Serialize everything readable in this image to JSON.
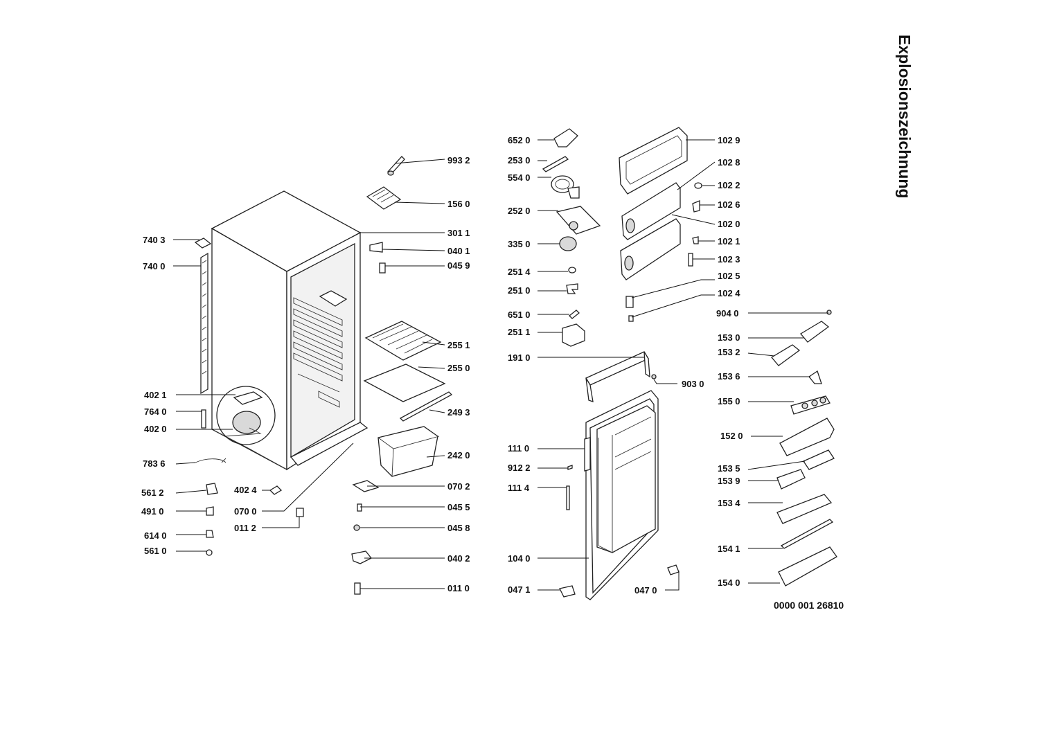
{
  "title": "Explosionszeichnung",
  "drawing_number": "0000 001 26810",
  "part_labels": {
    "p9932": "993 2",
    "p1560": "156 0",
    "p3011": "301  1",
    "p0401": "040 1",
    "p0459": "045 9",
    "p2551": "255 1",
    "p2550": "255 0",
    "p2493": "249 3",
    "p2420": "242 0",
    "p0702": "070 2",
    "p0455": "045 5",
    "p0458": "045 8",
    "p0402": "040 2",
    "p0110": "011 0",
    "p7403": "740 3",
    "p7400": "740 0",
    "p4021": "402 1",
    "p7640": "764 0",
    "p4020": "402 0",
    "p7836": "783 6",
    "p5612": "561 2",
    "p4910": "491 0",
    "p6140": "614 0",
    "p5610": "561 0",
    "p4024": "402 4",
    "p0700": "070 0",
    "p0112": "011 2",
    "p6520": "652 0",
    "p2530": "253 0",
    "p5540": "554 0",
    "p2520": "252 0",
    "p3350": "335 0",
    "p2514": "251 4",
    "p2510": "251 0",
    "p6510": "651 0",
    "p2511": "251 1",
    "p1910": "191 0",
    "p1110": "111 0",
    "p9122": "912 2",
    "p1114": "111 4",
    "p1040": "104 0",
    "p0471": "047 1",
    "p0470": "047 0",
    "p9030": "903 0",
    "p1029": "102 9",
    "p1028": "102 8",
    "p1022": "102 2",
    "p1026": "102 6",
    "p1020": "102 0",
    "p1021": "102 1",
    "p1023": "102 3",
    "p1025": "102 5",
    "p1024": "102 4",
    "p9040": "904 0",
    "p1530": "153 0",
    "p1532": "153 2",
    "p1536": "153 6",
    "p1550": "155 0",
    "p1520": "152 0",
    "p1535": "153 5",
    "p1539": "153 9",
    "p1534": "153 4",
    "p1541": "154 1",
    "p1540": "154 0"
  }
}
